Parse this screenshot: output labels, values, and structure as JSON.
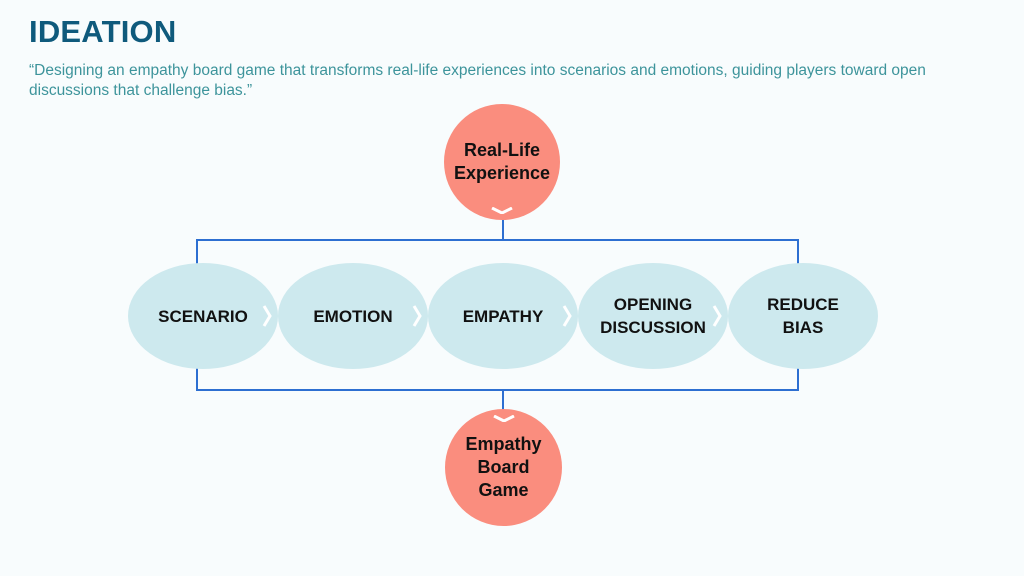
{
  "header": {
    "title": "IDEATION",
    "subtitle": "“Designing an empathy board game that transforms real-life experiences into scenarios and emotions, guiding players toward open discussions that challenge bias.”"
  },
  "diagram": {
    "input_node": {
      "label_line1": "Real-Life",
      "label_line2": "Experience",
      "icon": "chevron-down-icon"
    },
    "steps": [
      {
        "line1": "SCENARIO",
        "line2": ""
      },
      {
        "line1": "EMOTION",
        "line2": ""
      },
      {
        "line1": "EMPATHY",
        "line2": ""
      },
      {
        "line1": "OPENING",
        "line2": "DISCUSSION"
      },
      {
        "line1": "REDUCE",
        "line2": "BIAS"
      }
    ],
    "step_connector_icon": "chevron-right-icon",
    "output_node": {
      "line1": "Empathy",
      "line2": "Board",
      "line3": "Game",
      "icon": "chevron-down-icon"
    }
  },
  "colors": {
    "title": "#0f5a7c",
    "subtitle": "#3d949b",
    "node_fill": "#fa8d7e",
    "step_fill": "#cde9ee",
    "connector_line": "#2d6fd1",
    "background": "#f8fcfd"
  }
}
